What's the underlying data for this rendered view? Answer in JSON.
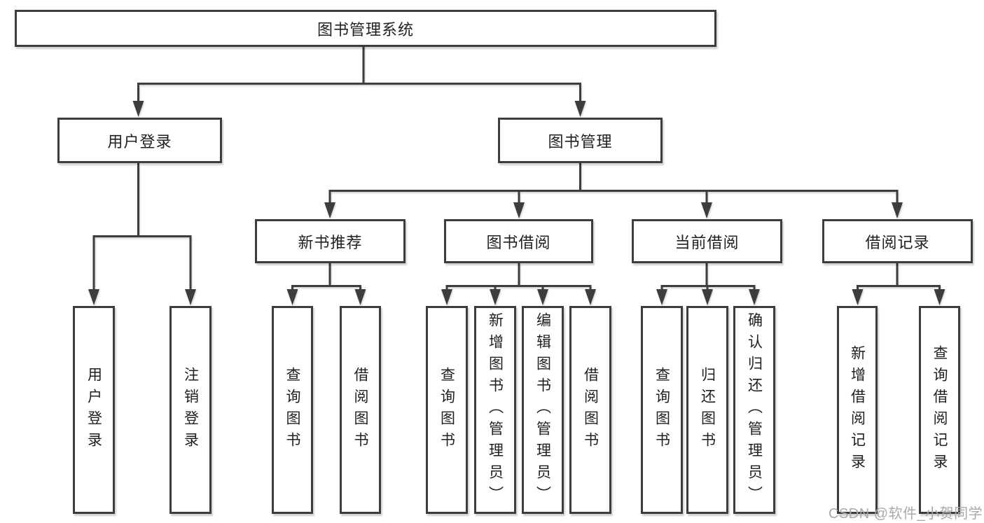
{
  "tree": {
    "root": "图书管理系统",
    "branches": [
      {
        "label": "用户登录",
        "children": [
          "用户登录",
          "注销登录"
        ]
      },
      {
        "label": "图书管理",
        "groups": [
          {
            "label": "新书推荐",
            "children": [
              "查询图书",
              "借阅图书"
            ]
          },
          {
            "label": "图书借阅",
            "children": [
              "查询图书",
              "新增图书（管理员）",
              "编辑图书（管理员）",
              "借阅图书"
            ]
          },
          {
            "label": "当前借阅",
            "children": [
              "查询图书",
              "归还图书",
              "确认归还（管理员）"
            ]
          },
          {
            "label": "借阅记录",
            "children": [
              "新增借阅记录",
              "查询借阅记录"
            ]
          }
        ]
      }
    ]
  },
  "watermark": {
    "text": "CSDN @软件_小贺同学"
  },
  "colors": {
    "line": "#3d3d3d",
    "border": "#3d3d3d",
    "text": "#1f1f1f",
    "watermark": "#a9a9a9",
    "background": "#ffffff"
  }
}
